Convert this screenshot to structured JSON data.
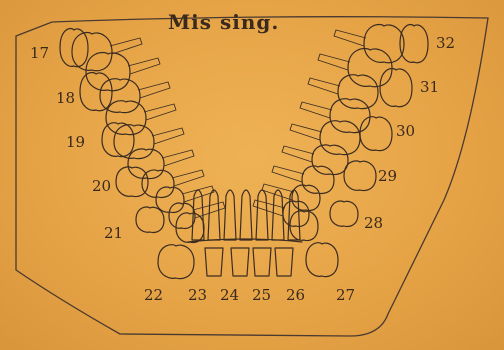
{
  "title": "Mis sing.",
  "tooth_numbers": [
    "17",
    "18",
    "19",
    "20",
    "21",
    "22",
    "23",
    "24",
    "25",
    "26",
    "27",
    "28",
    "29",
    "30",
    "31",
    "32"
  ],
  "colors": {
    "paper": "#e6a447",
    "ink": "#3b2c22"
  }
}
